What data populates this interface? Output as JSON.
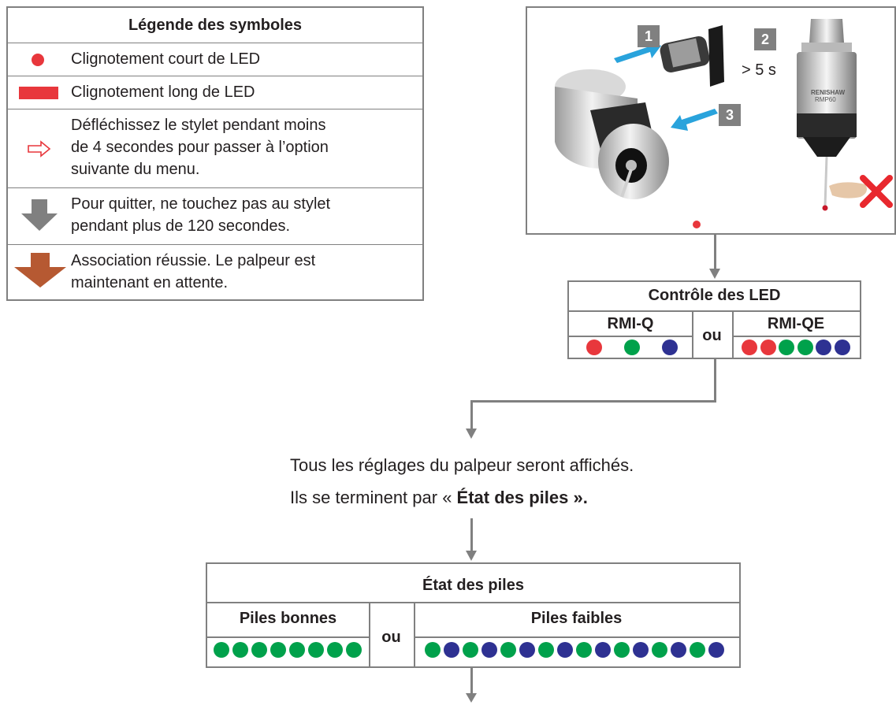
{
  "legend": {
    "title": "Légende des symboles",
    "items": [
      {
        "icon": "short-flash-dot",
        "text": "Clignotement court de LED"
      },
      {
        "icon": "long-flash-bar",
        "text": "Clignotement long de LED"
      },
      {
        "icon": "outline-arrow-right",
        "lines": [
          "Défléchissez le stylet pendant moins",
          "de 4 secondes pour passer à l’option",
          "suivante du menu."
        ]
      },
      {
        "icon": "gray-down-arrow",
        "lines": [
          "Pour quitter, ne touchez pas au stylet",
          "pendant plus de 120 secondes."
        ]
      },
      {
        "icon": "brown-down-arrow",
        "lines": [
          "Association réussie. Le palpeur est",
          "maintenant en attente."
        ]
      }
    ]
  },
  "photo": {
    "steps": [
      "1",
      "2",
      "3"
    ],
    "duration": "> 5 s",
    "probe_brand": "RENISHAW",
    "probe_model": "RMP60"
  },
  "led_check": {
    "title": "Contrôle des LED",
    "or": "ou",
    "left_label": "RMI-Q",
    "right_label": "RMI-QE"
  },
  "message": {
    "line1": "Tous les réglages du palpeur seront affichés.",
    "line2_prefix": "Ils se terminent par « ",
    "line2_bold": "État des piles ».",
    "line2_suffix": ""
  },
  "battery": {
    "title": "État des piles",
    "or": "ou",
    "good_label": "Piles bonnes",
    "low_label": "Piles faibles"
  },
  "colors": {
    "red": "#e8373c",
    "green": "#00a14b",
    "blue": "#2e3192",
    "brown": "#b65932",
    "gray": "#808080"
  },
  "led_sequences": {
    "rmi_q": [
      "red",
      "green",
      "blue"
    ],
    "rmi_qe": [
      "red",
      "red",
      "green",
      "green",
      "blue",
      "blue"
    ],
    "good": [
      "green",
      "green",
      "green",
      "green",
      "green",
      "green",
      "green",
      "green"
    ],
    "low": [
      "green",
      "blue",
      "green",
      "blue",
      "green",
      "blue",
      "green",
      "blue",
      "green",
      "blue",
      "green",
      "blue",
      "green",
      "blue",
      "green",
      "blue"
    ]
  }
}
